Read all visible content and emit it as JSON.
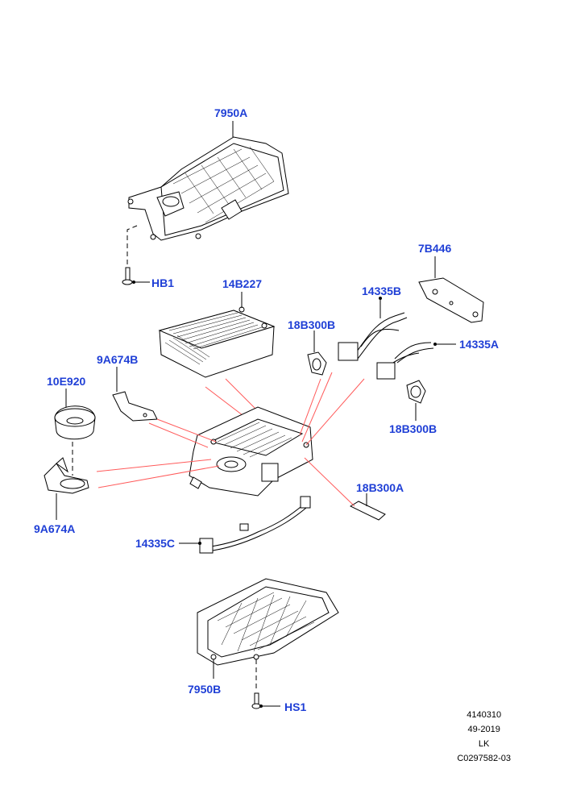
{
  "callouts": {
    "c7950A": "7950A",
    "cHB1": "HB1",
    "c14B227": "14B227",
    "c7B446": "7B446",
    "c14335B": "14335B",
    "c18B300B_top": "18B300B",
    "c14335A": "14335A",
    "c9A674B": "9A674B",
    "c10E920": "10E920",
    "c18B300B_bottom": "18B300B",
    "c18B300A": "18B300A",
    "c9A674A": "9A674A",
    "c14335C": "14335C",
    "c7950B": "7950B",
    "cHS1": "HS1"
  },
  "footer": {
    "line1": "4140310",
    "line2": "49-2019",
    "line3": "LK",
    "line4": "C0297582-03"
  },
  "colors": {
    "callout": "#1f3fd6",
    "leader_red": "#ff5a5a",
    "line": "#000000"
  }
}
